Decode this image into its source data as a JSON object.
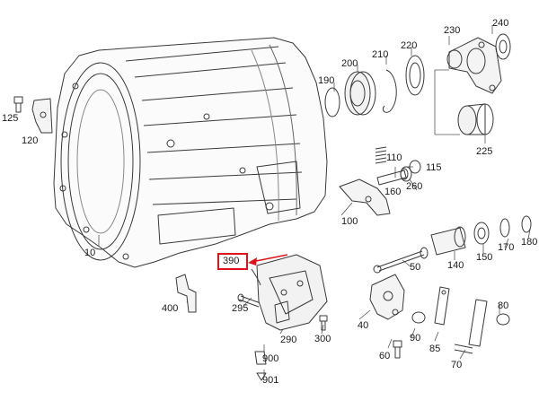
{
  "diagram": {
    "callouts": [
      "125",
      "120",
      "10",
      "190",
      "200",
      "210",
      "220",
      "230",
      "240",
      "225",
      "110",
      "115",
      "160",
      "260",
      "100",
      "140",
      "150",
      "170",
      "180",
      "50",
      "40",
      "90",
      "85",
      "80",
      "70",
      "60",
      "390",
      "400",
      "295",
      "290",
      "300",
      "900",
      "901"
    ],
    "highlighted_callout": "390",
    "accent_color": "#e0131b",
    "line_color": "#3a3a3a"
  }
}
